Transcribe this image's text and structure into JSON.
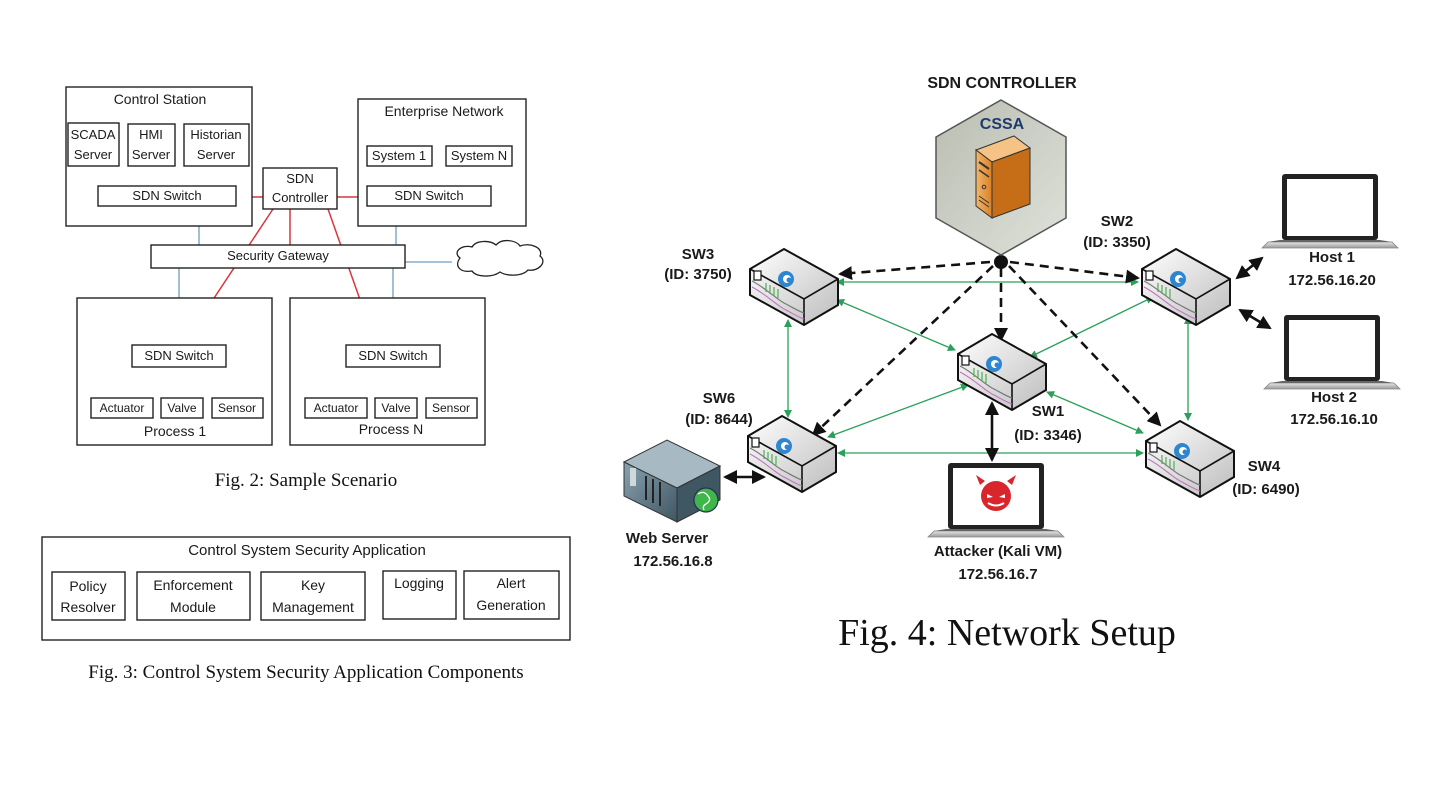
{
  "fig2": {
    "caption": "Fig. 2: Sample Scenario",
    "control_station": {
      "title": "Control Station",
      "servers": [
        {
          "line1": "SCADA",
          "line2": "Server"
        },
        {
          "line1": "HMI",
          "line2": "Server"
        },
        {
          "line1": "Historian",
          "line2": "Server"
        }
      ],
      "switch": "SDN Switch"
    },
    "controller": {
      "line1": "SDN",
      "line2": "Controller"
    },
    "enterprise": {
      "title": "Enterprise Network",
      "systems": [
        "System 1",
        "System N"
      ],
      "switch": "SDN Switch"
    },
    "gateway": "Security Gateway",
    "processes": [
      {
        "title": "Process 1",
        "switch": "SDN Switch",
        "devices": [
          "Actuator",
          "Valve",
          "Sensor"
        ]
      },
      {
        "title": "Process N",
        "switch": "SDN Switch",
        "devices": [
          "Actuator",
          "Valve",
          "Sensor"
        ]
      }
    ],
    "link_colors": {
      "data": "#6e9fc0",
      "control": "#d9363e"
    }
  },
  "fig3": {
    "caption": "Fig. 3: Control System Security Application Components",
    "title": "Control System Security Application",
    "components": [
      {
        "line1": "Policy",
        "line2": "Resolver"
      },
      {
        "line1": "Enforcement",
        "line2": "Module"
      },
      {
        "line1": "Key",
        "line2": "Management"
      },
      {
        "line1": "Logging",
        "line2": ""
      },
      {
        "line1": "Alert",
        "line2": "Generation"
      }
    ]
  },
  "fig4": {
    "caption": "Fig. 4: Network Setup",
    "controller": {
      "title": "SDN CONTROLLER",
      "app": "CSSA"
    },
    "switches": [
      {
        "name": "SW1",
        "id": "(ID: 3346)"
      },
      {
        "name": "SW2",
        "id": "(ID: 3350)"
      },
      {
        "name": "SW3",
        "id": "(ID: 3750)"
      },
      {
        "name": "SW4",
        "id": "(ID: 6490)"
      },
      {
        "name": "SW6",
        "id": "(ID: 8644)"
      }
    ],
    "hosts": [
      {
        "name": "Host 1",
        "ip": "172.56.16.20"
      },
      {
        "name": "Host 2",
        "ip": "172.56.16.10"
      }
    ],
    "web_server": {
      "name": "Web Server",
      "ip": "172.56.16.8"
    },
    "attacker": {
      "name": "Attacker (Kali VM)",
      "ip": "172.56.16.7"
    },
    "colors": {
      "data_link": "#2aa05a",
      "control_link": "#111111",
      "cssa_text": "#1f3a6e",
      "controller_hex": "#c9cdc2",
      "server_orange": "#e08a2c",
      "attacker_red": "#d8262c"
    }
  }
}
